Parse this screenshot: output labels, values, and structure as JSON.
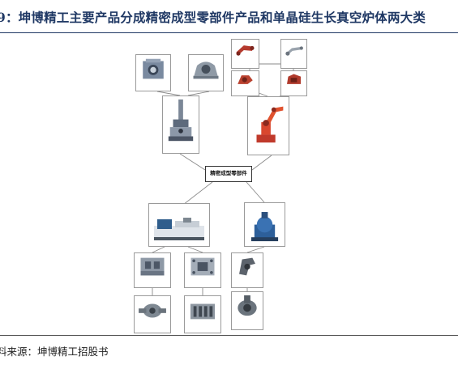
{
  "title": "9：坤博精工主要产品分成精密成型零部件产品和单晶硅生长真空炉体两大类",
  "source": "料来源：坤博精工招股书",
  "center_label": "精密成型零部件",
  "nodes": {
    "top_left_1": "",
    "top_left_2": "",
    "vertical_group": "",
    "top_r1": "",
    "top_r2": "",
    "top_r3": "",
    "top_r4": "",
    "robot_group": "",
    "injection_group": "",
    "valve_group": "",
    "sub1": "",
    "sub2": "",
    "sub3": "",
    "sub4": "",
    "sub5": "",
    "sub6": ""
  }
}
